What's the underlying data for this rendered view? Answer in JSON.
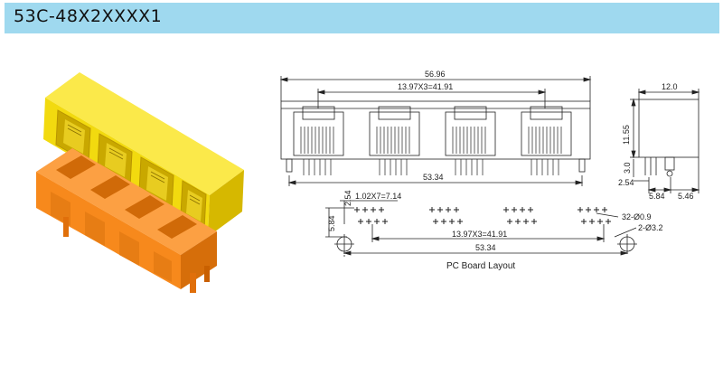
{
  "header": {
    "title": "53C-48X2XXXX1",
    "background_color": "#9fd9ef"
  },
  "colors": {
    "yellow_connector": "#f2da0f",
    "orange_connector": "#f7891c",
    "drawing_line": "#222222"
  },
  "front_view": {
    "overall_width": "56.96",
    "pitch_label": "13.97X3=41.91",
    "pin_span": "53.34"
  },
  "side_view": {
    "depth": "12.0",
    "height": "11.55",
    "pin_length": "3.0",
    "offset_a": "2.54",
    "offset_b": "5.84",
    "offset_c": "5.46"
  },
  "pcb_layout": {
    "pin_pitch": "1.02X7=7.14",
    "row_offset": "2.54",
    "hole_offset": "5.84",
    "pitch_label": "13.97X3=41.91",
    "post_span": "53.34",
    "pin_holes": "32-Ø0.9",
    "post_holes": "2-Ø3.2",
    "caption": "PC Board Layout"
  }
}
